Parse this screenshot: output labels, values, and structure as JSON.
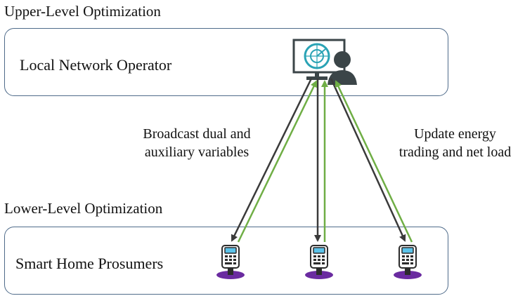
{
  "upper": {
    "title": "Upper-Level Optimization",
    "operator_label": "Local Network Operator"
  },
  "lower": {
    "title": "Lower-Level Optimization",
    "prosumers_label": "Smart Home Prosumers"
  },
  "arrows": {
    "down_label_line1": "Broadcast dual and",
    "down_label_line2": "auxiliary variables",
    "up_label_line1": "Update energy",
    "up_label_line2": "trading and net load"
  },
  "colors": {
    "box_border": "#4f6b8a",
    "down_arrow": "#3a3a3a",
    "up_arrow": "#6fae45",
    "meter_screen": "#5bc3ea",
    "meter_base": "#6a2ba0",
    "operator_monitor": "#2aa3b5",
    "operator_person": "#3b4548"
  },
  "icons": {
    "operator": "operator-monitor-person-icon",
    "meter": "smart-meter-icon"
  }
}
